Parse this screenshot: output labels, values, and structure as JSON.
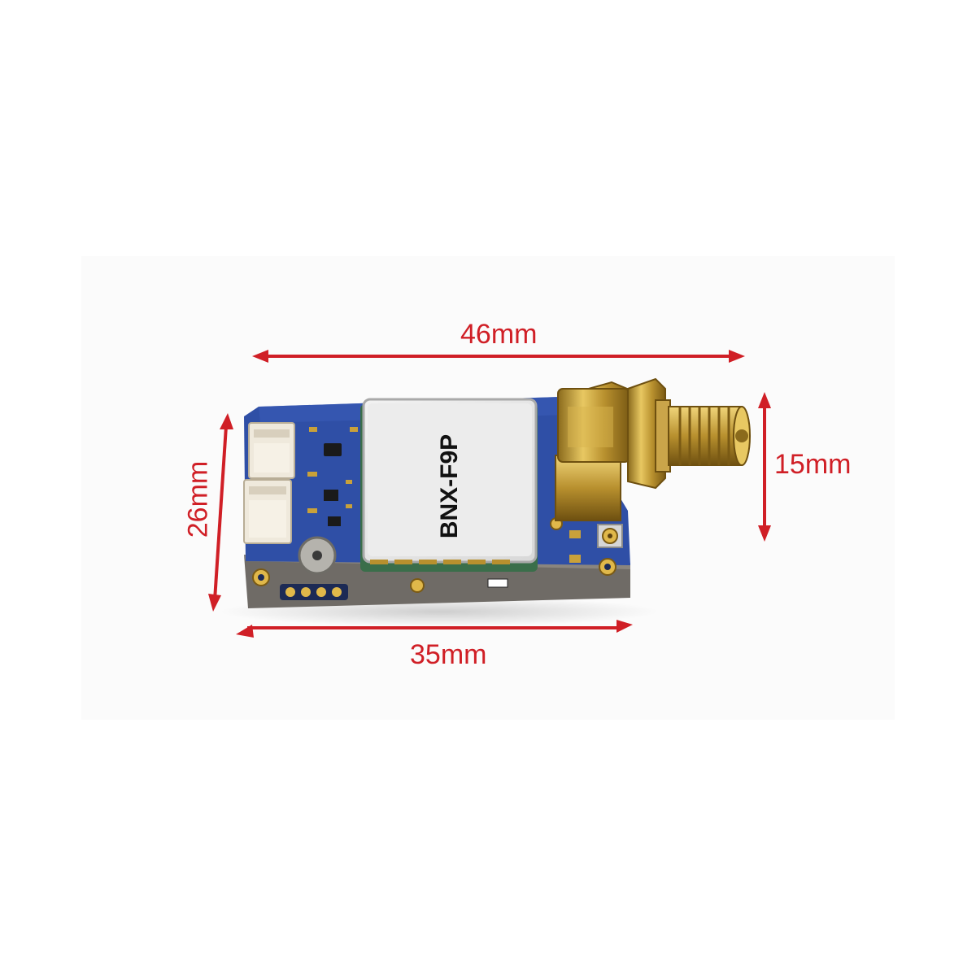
{
  "image": {
    "subject": "gnss-module-photo",
    "module_label": "BNX-F9P",
    "dimensions": {
      "length_top": "46mm",
      "length_bottom": "35mm",
      "height_right": "15mm",
      "width_left": "26mm"
    },
    "colors": {
      "arrow": "#d01f26",
      "pcb": "#2f4fa6",
      "shield": "#e4e4e4",
      "gold": "#c9a13a"
    }
  }
}
